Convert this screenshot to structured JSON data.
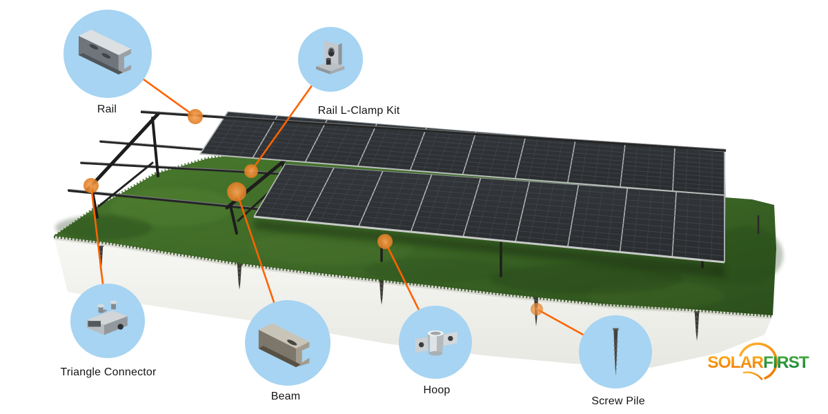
{
  "callouts": [
    {
      "id": "rail",
      "label": "Rail",
      "icon": "rail-profile-icon"
    },
    {
      "id": "rail-l-clamp-kit",
      "label": "Rail L-Clamp Kit",
      "icon": "l-clamp-icon"
    },
    {
      "id": "triangle-connector",
      "label": "Triangle Connector",
      "icon": "triangle-connector-icon"
    },
    {
      "id": "beam",
      "label": "Beam",
      "icon": "beam-profile-icon"
    },
    {
      "id": "hoop",
      "label": "Hoop",
      "icon": "hoop-clamp-icon"
    },
    {
      "id": "screw-pile",
      "label": "Screw Pile",
      "icon": "screw-pile-icon"
    }
  ],
  "brand": {
    "part1": "SOLAR",
    "part2": "FIRST",
    "part1_color": "#f08200",
    "part2_color": "#179a3d",
    "swoosh_color": "#f59a1d"
  },
  "colors": {
    "background": "#ffffff",
    "callout_circle": "#a6d4f2",
    "callout_line": "#ff6300",
    "callout_dot": "#e8862e",
    "grass_green": "#3e6a28",
    "slab_white": "#f3f3f0",
    "panel_dark": "#2f3236",
    "frame_metal": "#232323",
    "label_text": "#141414"
  }
}
